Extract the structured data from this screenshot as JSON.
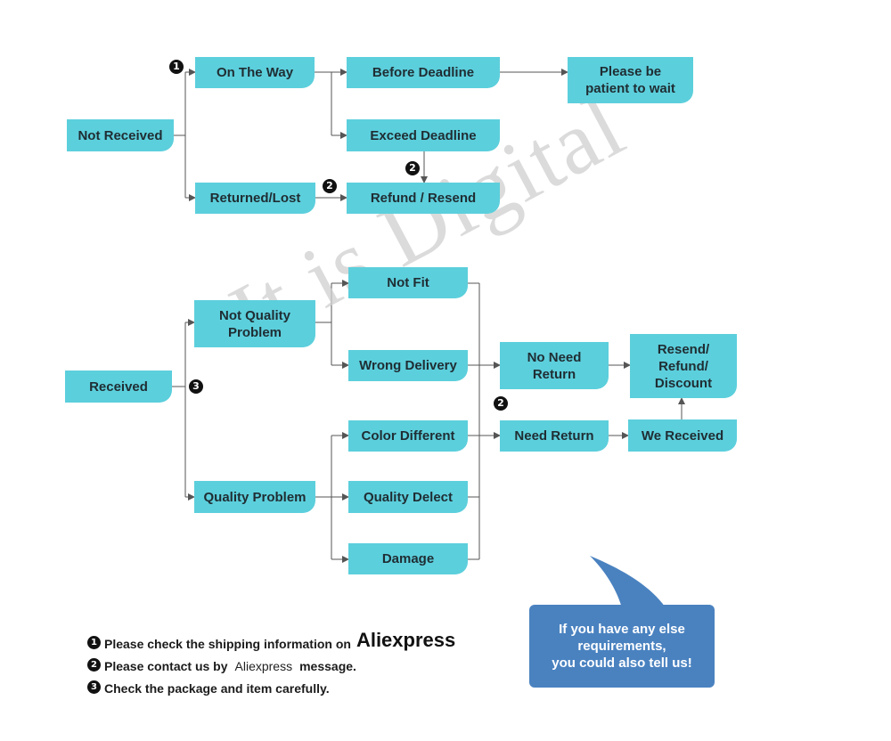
{
  "nodes": {
    "not_received": "Not Received",
    "on_the_way": "On The Way",
    "before_deadline": "Before Deadline",
    "patient": "Please be\npatient to wait",
    "exceed_deadline": "Exceed Deadline",
    "returned_lost": "Returned/Lost",
    "refund_resend": "Refund / Resend",
    "received": "Received",
    "not_quality_problem": "Not Quality\nProblem",
    "quality_problem": "Quality Problem",
    "not_fit": "Not Fit",
    "wrong_delivery": "Wrong Delivery",
    "color_different": "Color Different",
    "quality_defect": "Quality Delect",
    "damage": "Damage",
    "no_need_return": "No Need\nReturn",
    "need_return": "Need Return",
    "resend_refund_discount": "Resend/\nRefund/\nDiscount",
    "we_received": "We Received"
  },
  "badges": {
    "one": "1",
    "two": "2",
    "three": "3"
  },
  "watermark": "It is Digital",
  "notes": {
    "note1": {
      "badge": "1",
      "text": "Please check the shipping information on",
      "brand": "Aliexpress"
    },
    "note2": {
      "badge": "2",
      "text_before": "Please contact us by",
      "brand": "Aliexpress",
      "text_after": "message."
    },
    "note3": {
      "badge": "3",
      "text": "Check the package and item carefully."
    }
  },
  "bubble": {
    "text": "If you have any else\nrequirements,\nyou could also tell us!"
  },
  "colors": {
    "node": "#5ccfdc",
    "bubble": "#4a82c0",
    "line": "#555555"
  }
}
